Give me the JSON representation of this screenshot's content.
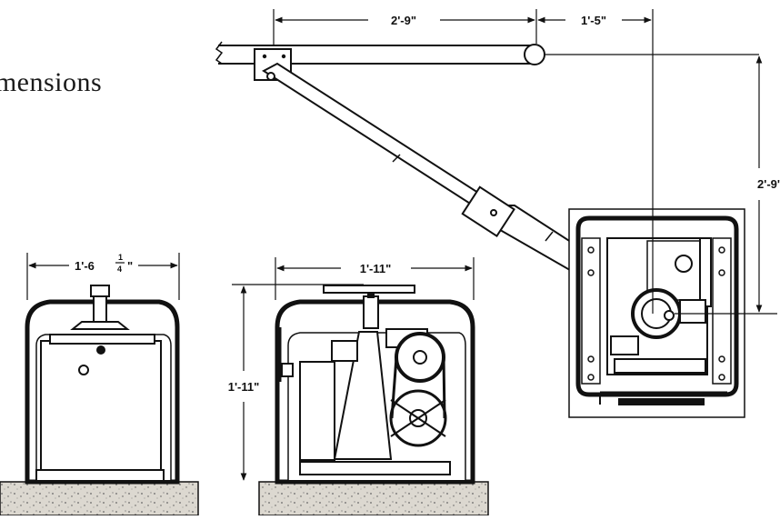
{
  "title": "imensions",
  "dimensions": {
    "top_arm_span": "2'-9\"",
    "top_offset": "1'-5\"",
    "vertical_offset": "2'-9'",
    "front_width_main": "1'-6",
    "front_width_num": "1",
    "front_width_den": "4",
    "front_width_tail": "\"",
    "side_width": "1'-11\"",
    "side_height": "1'-11\""
  },
  "colors": {
    "ink": "#111111",
    "body": "#ffffff",
    "ground": "#d9d6cf"
  }
}
